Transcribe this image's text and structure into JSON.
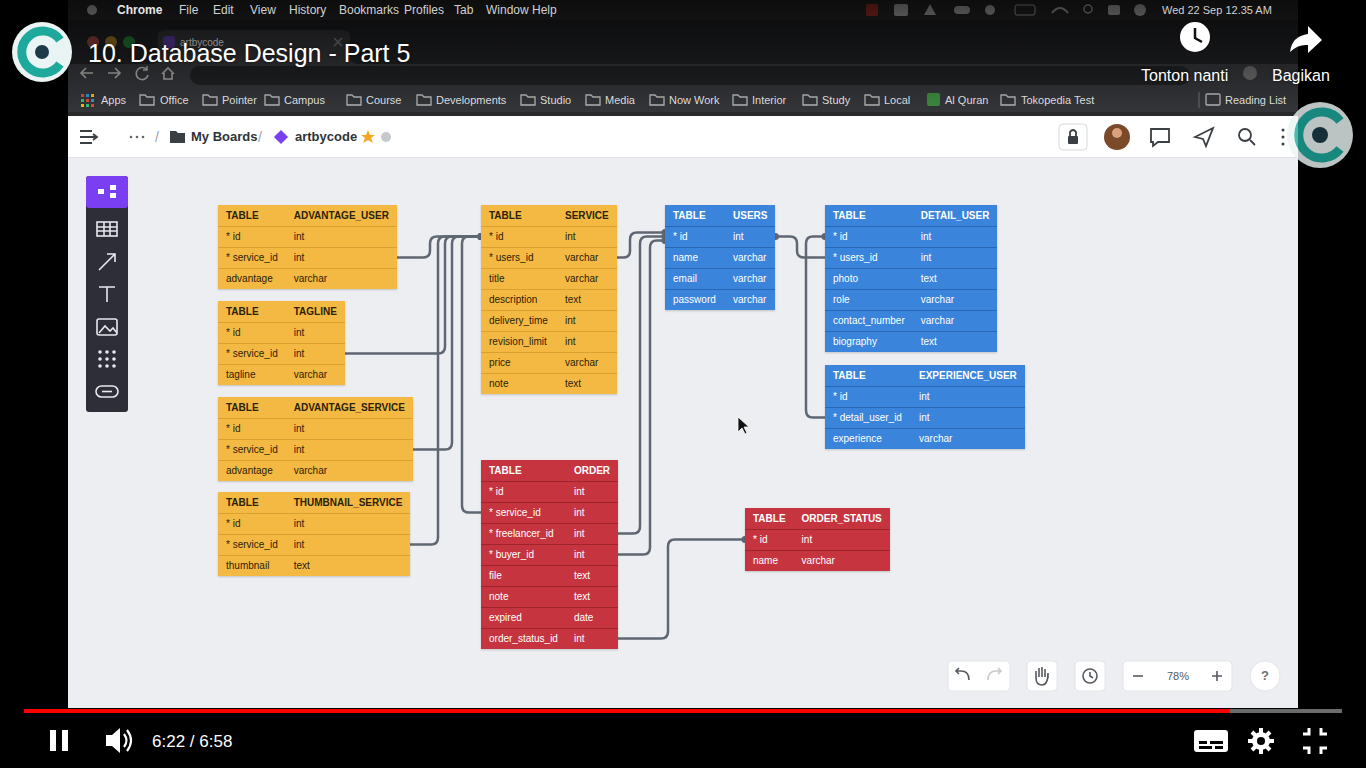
{
  "diagram": {
    "title": "10. Database Design - Part 5",
    "nodes": [
      {
        "text": [
          "TABLE",
          "ADVANTAGE_USER",
          "* id",
          "int",
          "* service_id",
          "int",
          "advantage",
          "varchar"
        ]
      },
      {
        "text": [
          "TABLE",
          "TAGLINE",
          "* id",
          "int",
          "* service_id",
          "int",
          "tagline",
          "varchar"
        ]
      },
      {
        "text": [
          "TABLE",
          "ADVANTAGE_SERVICE",
          "* id",
          "int",
          "* service_id",
          "int",
          "advantage",
          "varchar"
        ]
      },
      {
        "text": [
          "TABLE",
          "THUMBNAIL_SERVICE",
          "* id",
          "int",
          "* service_id",
          "int",
          "thumbnail",
          "text"
        ]
      },
      {
        "text": [
          "TABLE",
          "SERVICE",
          "* id",
          "int",
          "* users_id",
          "varchar",
          "title",
          "varchar",
          "description",
          "text",
          "delivery_time",
          "int",
          "revision_limit",
          "int",
          "price",
          "varchar",
          "note",
          "text"
        ]
      },
      {
        "text": [
          "TABLE",
          "ORDER",
          "* id",
          "int",
          "* service_id",
          "int",
          "* freelancer_id",
          "int",
          "* buyer_id",
          "int",
          "file",
          "text",
          "note",
          "text",
          "expired",
          "date",
          "order_status_id",
          "int"
        ]
      },
      {
        "text": [
          "TABLE",
          "USERS",
          "* id",
          "int",
          "name",
          "varchar",
          "email",
          "varchar",
          "password",
          "varchar"
        ]
      },
      {
        "text": [
          "TABLE",
          "DETAIL_USER",
          "* id",
          "int",
          "* users_id",
          "int",
          "photo",
          "text",
          "role",
          "varchar",
          "contact_number",
          "varchar",
          "biography",
          "text"
        ]
      },
      {
        "text": [
          "TABLE",
          "EXPERIENCE_USER",
          "* id",
          "int",
          "* detail_user_id",
          "int",
          "experience",
          "varchar"
        ]
      },
      {
        "text": [
          "TABLE",
          "ORDER_STATUS",
          "* id",
          "int",
          "name",
          "varchar"
        ]
      }
    ],
    "edges": [
      {
        "from": 0,
        "to": 4,
        "arrow": "to"
      },
      {
        "from": 1,
        "to": 4,
        "arrow": "to"
      },
      {
        "from": 2,
        "to": 4,
        "arrow": "to"
      },
      {
        "from": 3,
        "to": 4,
        "arrow": "to"
      },
      {
        "from": 5,
        "to": 4,
        "arrow": "to"
      },
      {
        "from": 4,
        "to": 6,
        "arrow": "to"
      },
      {
        "from": 5,
        "to": 6,
        "arrow": "to"
      },
      {
        "from": 5,
        "to": 6,
        "arrow": "to"
      },
      {
        "from": 7,
        "to": 6,
        "arrow": "to"
      },
      {
        "from": 8,
        "to": 7,
        "arrow": "to"
      },
      {
        "from": 5,
        "to": 9,
        "arrow": "to"
      }
    ],
    "labels": [
      "Chrome",
      "File",
      "Edit",
      "View",
      "History",
      "Bookmarks",
      "Profiles",
      "Tab",
      "Window",
      "Help",
      "Wed 22 Sep 12.35 AM",
      "artbycode",
      "Apps",
      "Office",
      "Pointer",
      "Campus",
      "Course",
      "Developments",
      "Studio",
      "Media",
      "Now Work",
      "Interior",
      "Study",
      "Local",
      "Al Quran",
      "Tokopedia Test",
      "Reading List",
      "/",
      "My Boards",
      "/",
      "artbycode",
      "78%",
      "?",
      "Tonton nanti",
      "Bagikan",
      "6:22 / 6:58"
    ]
  }
}
